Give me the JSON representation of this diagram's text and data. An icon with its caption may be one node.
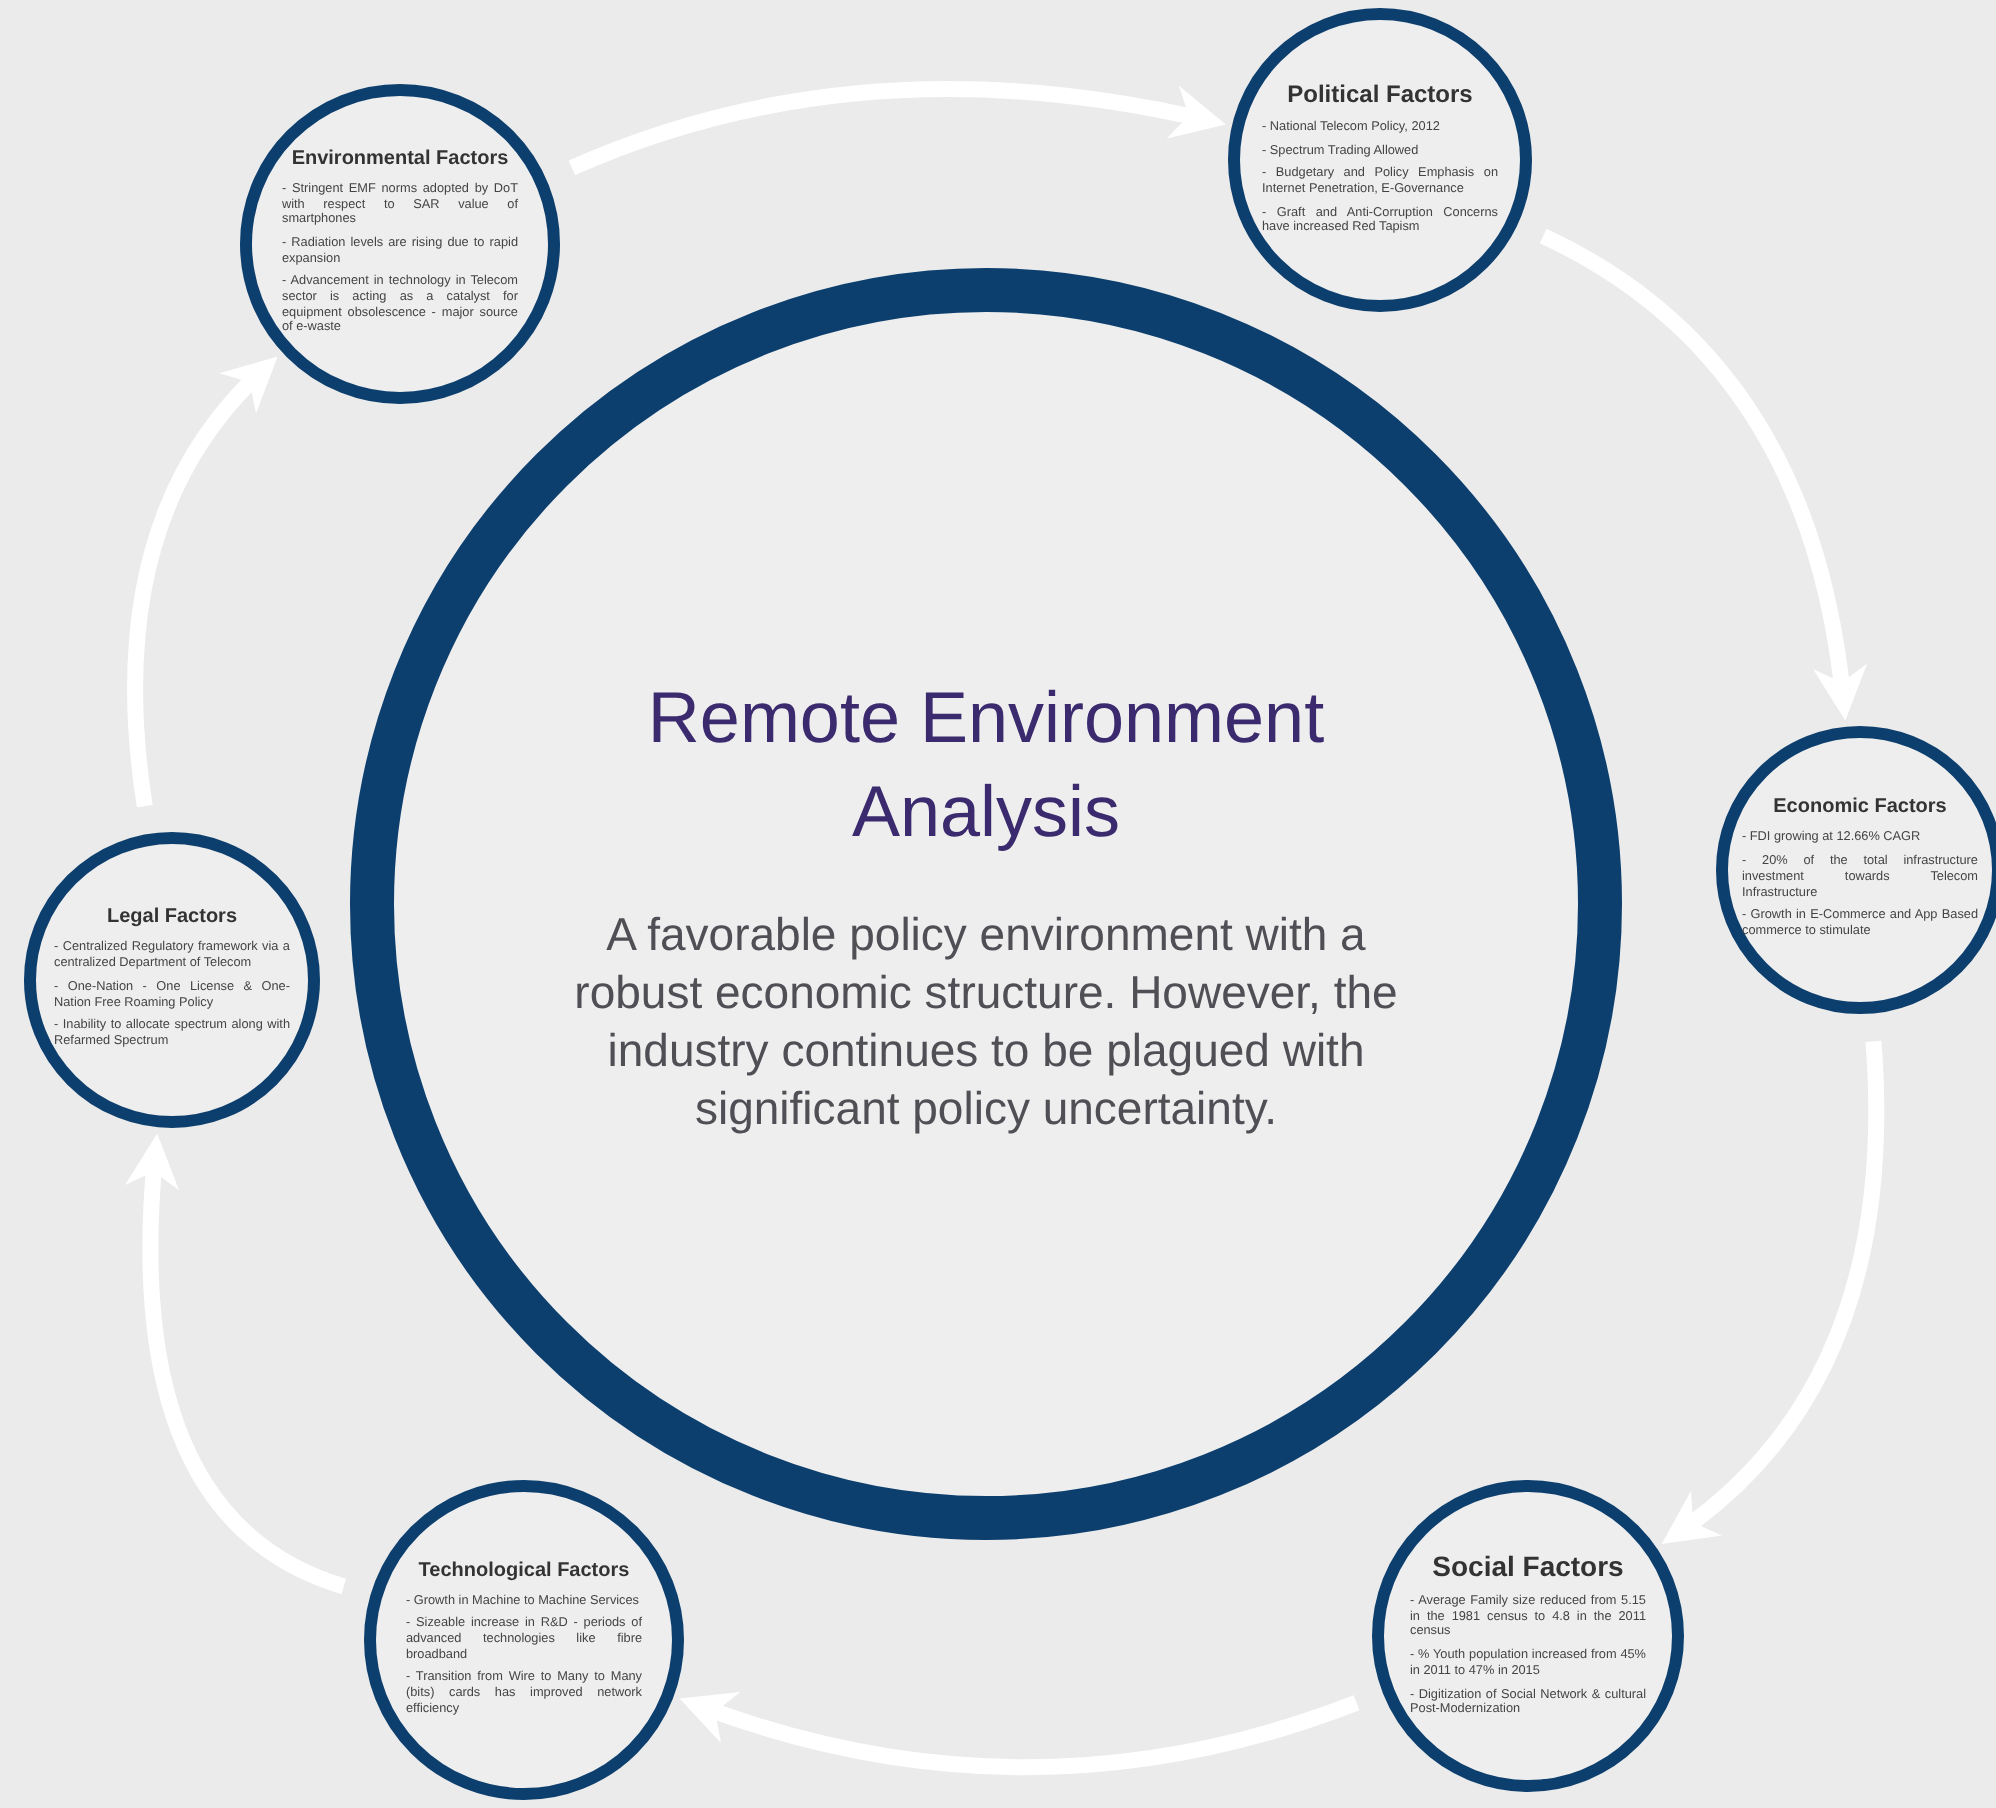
{
  "diagram": {
    "nodes": [
      {
        "text": [
          "Remote Environment Analysis",
          "A favorable policy environment with a robust economic structure. However, the industry continues to be plagued with significant policy uncertainty."
        ]
      },
      {
        "text": [
          "Political Factors",
          "- National Telecom Policy, 2012",
          "- Spectrum Trading Allowed",
          "- Budgetary and Policy Emphasis on Internet Penetration, E-Governance",
          "- Graft and Anti-Corruption Concerns have increased Red Tapism"
        ]
      },
      {
        "text": [
          "Economic Factors",
          "- FDI growing at 12.66% CAGR",
          "- 20% of the total infrastructure investment towards Telecom Infrastructure",
          "- Growth in E-Commerce and App Based commerce to stimulate"
        ]
      },
      {
        "text": [
          "Social Factors",
          "- Average Family size reduced from 5.15 in the 1981 census to 4.8 in the 2011 census",
          "- % Youth population increased from 45% in 2011 to 47% in 2015",
          "- Digitization of Social Network & cultural Post-Modernization"
        ]
      },
      {
        "text": [
          "Technological Factors",
          "- Growth in Machine to Machine Services",
          "- Sizeable increase in R&D - periods of advanced technologies like fibre broadband",
          "- Transition from Wire to Many to Many (bits) cards has improved network efficiency"
        ]
      },
      {
        "text": [
          "Legal Factors",
          "- Centralized Regulatory framework via a centralized Department of Telecom",
          "- One-Nation - One License & One-Nation Free Roaming Policy",
          "- Inability to allocate spectrum along with Refarmed Spectrum"
        ]
      },
      {
        "text": [
          "Environmental Factors",
          "- Stringent EMF norms adopted by DoT with respect to SAR value of smartphones",
          "- Radiation levels are rising due to rapid expansion",
          "- Advancement in technology in Telecom sector is acting as a catalyst for equipment obsolescence - major source of e-waste"
        ]
      }
    ],
    "edges": [
      {
        "from": 6,
        "to": 1,
        "arrow": "to"
      },
      {
        "from": 1,
        "to": 2,
        "arrow": "to"
      },
      {
        "from": 2,
        "to": 3,
        "arrow": "to"
      },
      {
        "from": 3,
        "to": 4,
        "arrow": "to"
      },
      {
        "from": 4,
        "to": 5,
        "arrow": "to"
      },
      {
        "from": 5,
        "to": 6,
        "arrow": "to"
      }
    ]
  }
}
